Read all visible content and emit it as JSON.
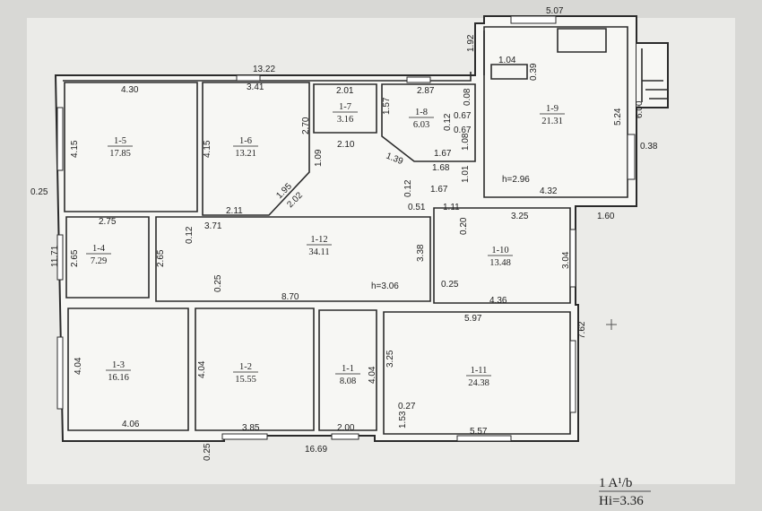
{
  "rooms": [
    {
      "id": "1-1",
      "area": "8.08"
    },
    {
      "id": "1-2",
      "area": "15.55"
    },
    {
      "id": "1-3",
      "area": "16.16"
    },
    {
      "id": "1-4",
      "area": "7.29"
    },
    {
      "id": "1-5",
      "area": "17.85"
    },
    {
      "id": "1-6",
      "area": "13.21"
    },
    {
      "id": "1-7",
      "area": "3.16"
    },
    {
      "id": "1-8",
      "area": "6.03"
    },
    {
      "id": "1-9",
      "area": "21.31"
    },
    {
      "id": "1-10",
      "area": "13.48"
    },
    {
      "id": "1-11",
      "area": "24.38"
    },
    {
      "id": "1-12",
      "area": "34.11"
    }
  ],
  "heights": {
    "h1": "h=2.96",
    "h2": "h=3.06"
  },
  "dims": {
    "overall_width": "13.22",
    "top_extension": "5.07",
    "bottom_total": "16.69",
    "left_25": "0.25",
    "left_11_71": "11.71",
    "right_7_62": "7.62",
    "d430": "4.30",
    "d341": "3.41",
    "d201": "2.01",
    "d287": "2.87",
    "d192": "1.92",
    "d104": "1.04",
    "d039": "0.39",
    "d415a": "4.15",
    "d415b": "4.15",
    "d270": "2.70",
    "d157": "1.57",
    "d012a": "0.12",
    "d008": "0.08",
    "d067a": "0.67",
    "d067b": "0.67",
    "d108": "1.08",
    "d524": "5.24",
    "d600": "6.00",
    "d038": "0.38",
    "d210": "2.10",
    "d109": "1.09",
    "d139": "1.39",
    "d167a": "1.67",
    "d168": "1.68",
    "d101": "1.01",
    "d167b": "1.67",
    "d432": "4.32",
    "d195": "1.95",
    "d202": "2.02",
    "d211": "2.11",
    "d371": "3.71",
    "d275": "2.75",
    "d265a": "2.65",
    "d265b": "2.65",
    "d012b": "0.12",
    "d012c": "0.12",
    "d051": "0.51",
    "d111": "1.11",
    "d020": "0.20",
    "d325a": "3.25",
    "d160": "1.60",
    "d338": "3.38",
    "d304": "3.04",
    "d025a": "0.25",
    "d025b": "0.25",
    "d436": "4.36",
    "d870": "8.70",
    "d597": "5.97",
    "d404a": "4.04",
    "d404b": "4.04",
    "d404c": "4.04",
    "d325b": "3.25",
    "d027": "0.27",
    "d153": "1.53",
    "d406": "4.06",
    "d385": "3.85",
    "d200": "2.00",
    "d557": "5.57",
    "d025c": "0.25"
  },
  "stamp": {
    "line1": "1 A¹/b",
    "line2": "Hi=3.36"
  }
}
